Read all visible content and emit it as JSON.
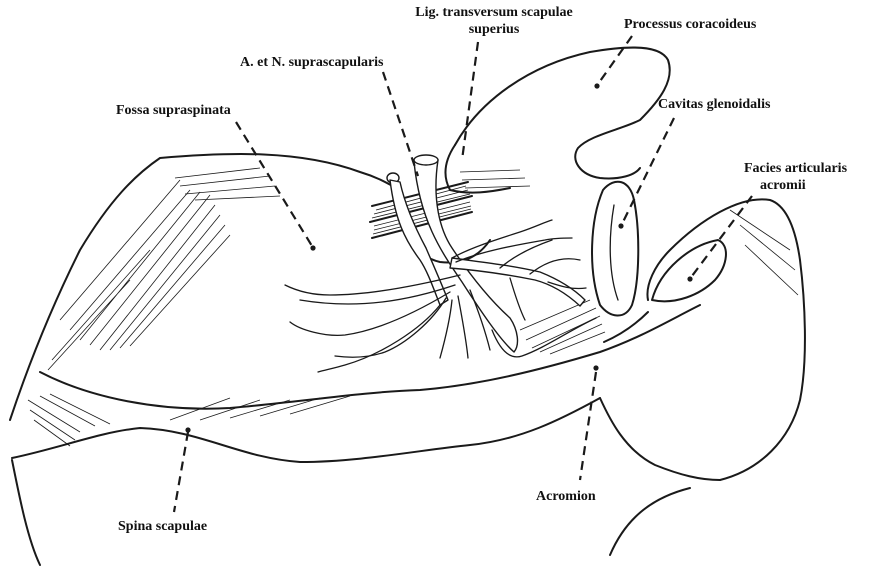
{
  "labels": {
    "lig_line1": "Lig. transversum scapulae",
    "lig_line2": "superius",
    "processus": "Processus coracoideus",
    "supra": "A. et N. suprascapularis",
    "fossa": "Fossa supraspinata",
    "cavitas": "Cavitas glenoidalis",
    "facies_line1": "Facies articularis",
    "facies_line2": "acromii",
    "spina": "Spina scapulae",
    "acromion": "Acromion"
  }
}
